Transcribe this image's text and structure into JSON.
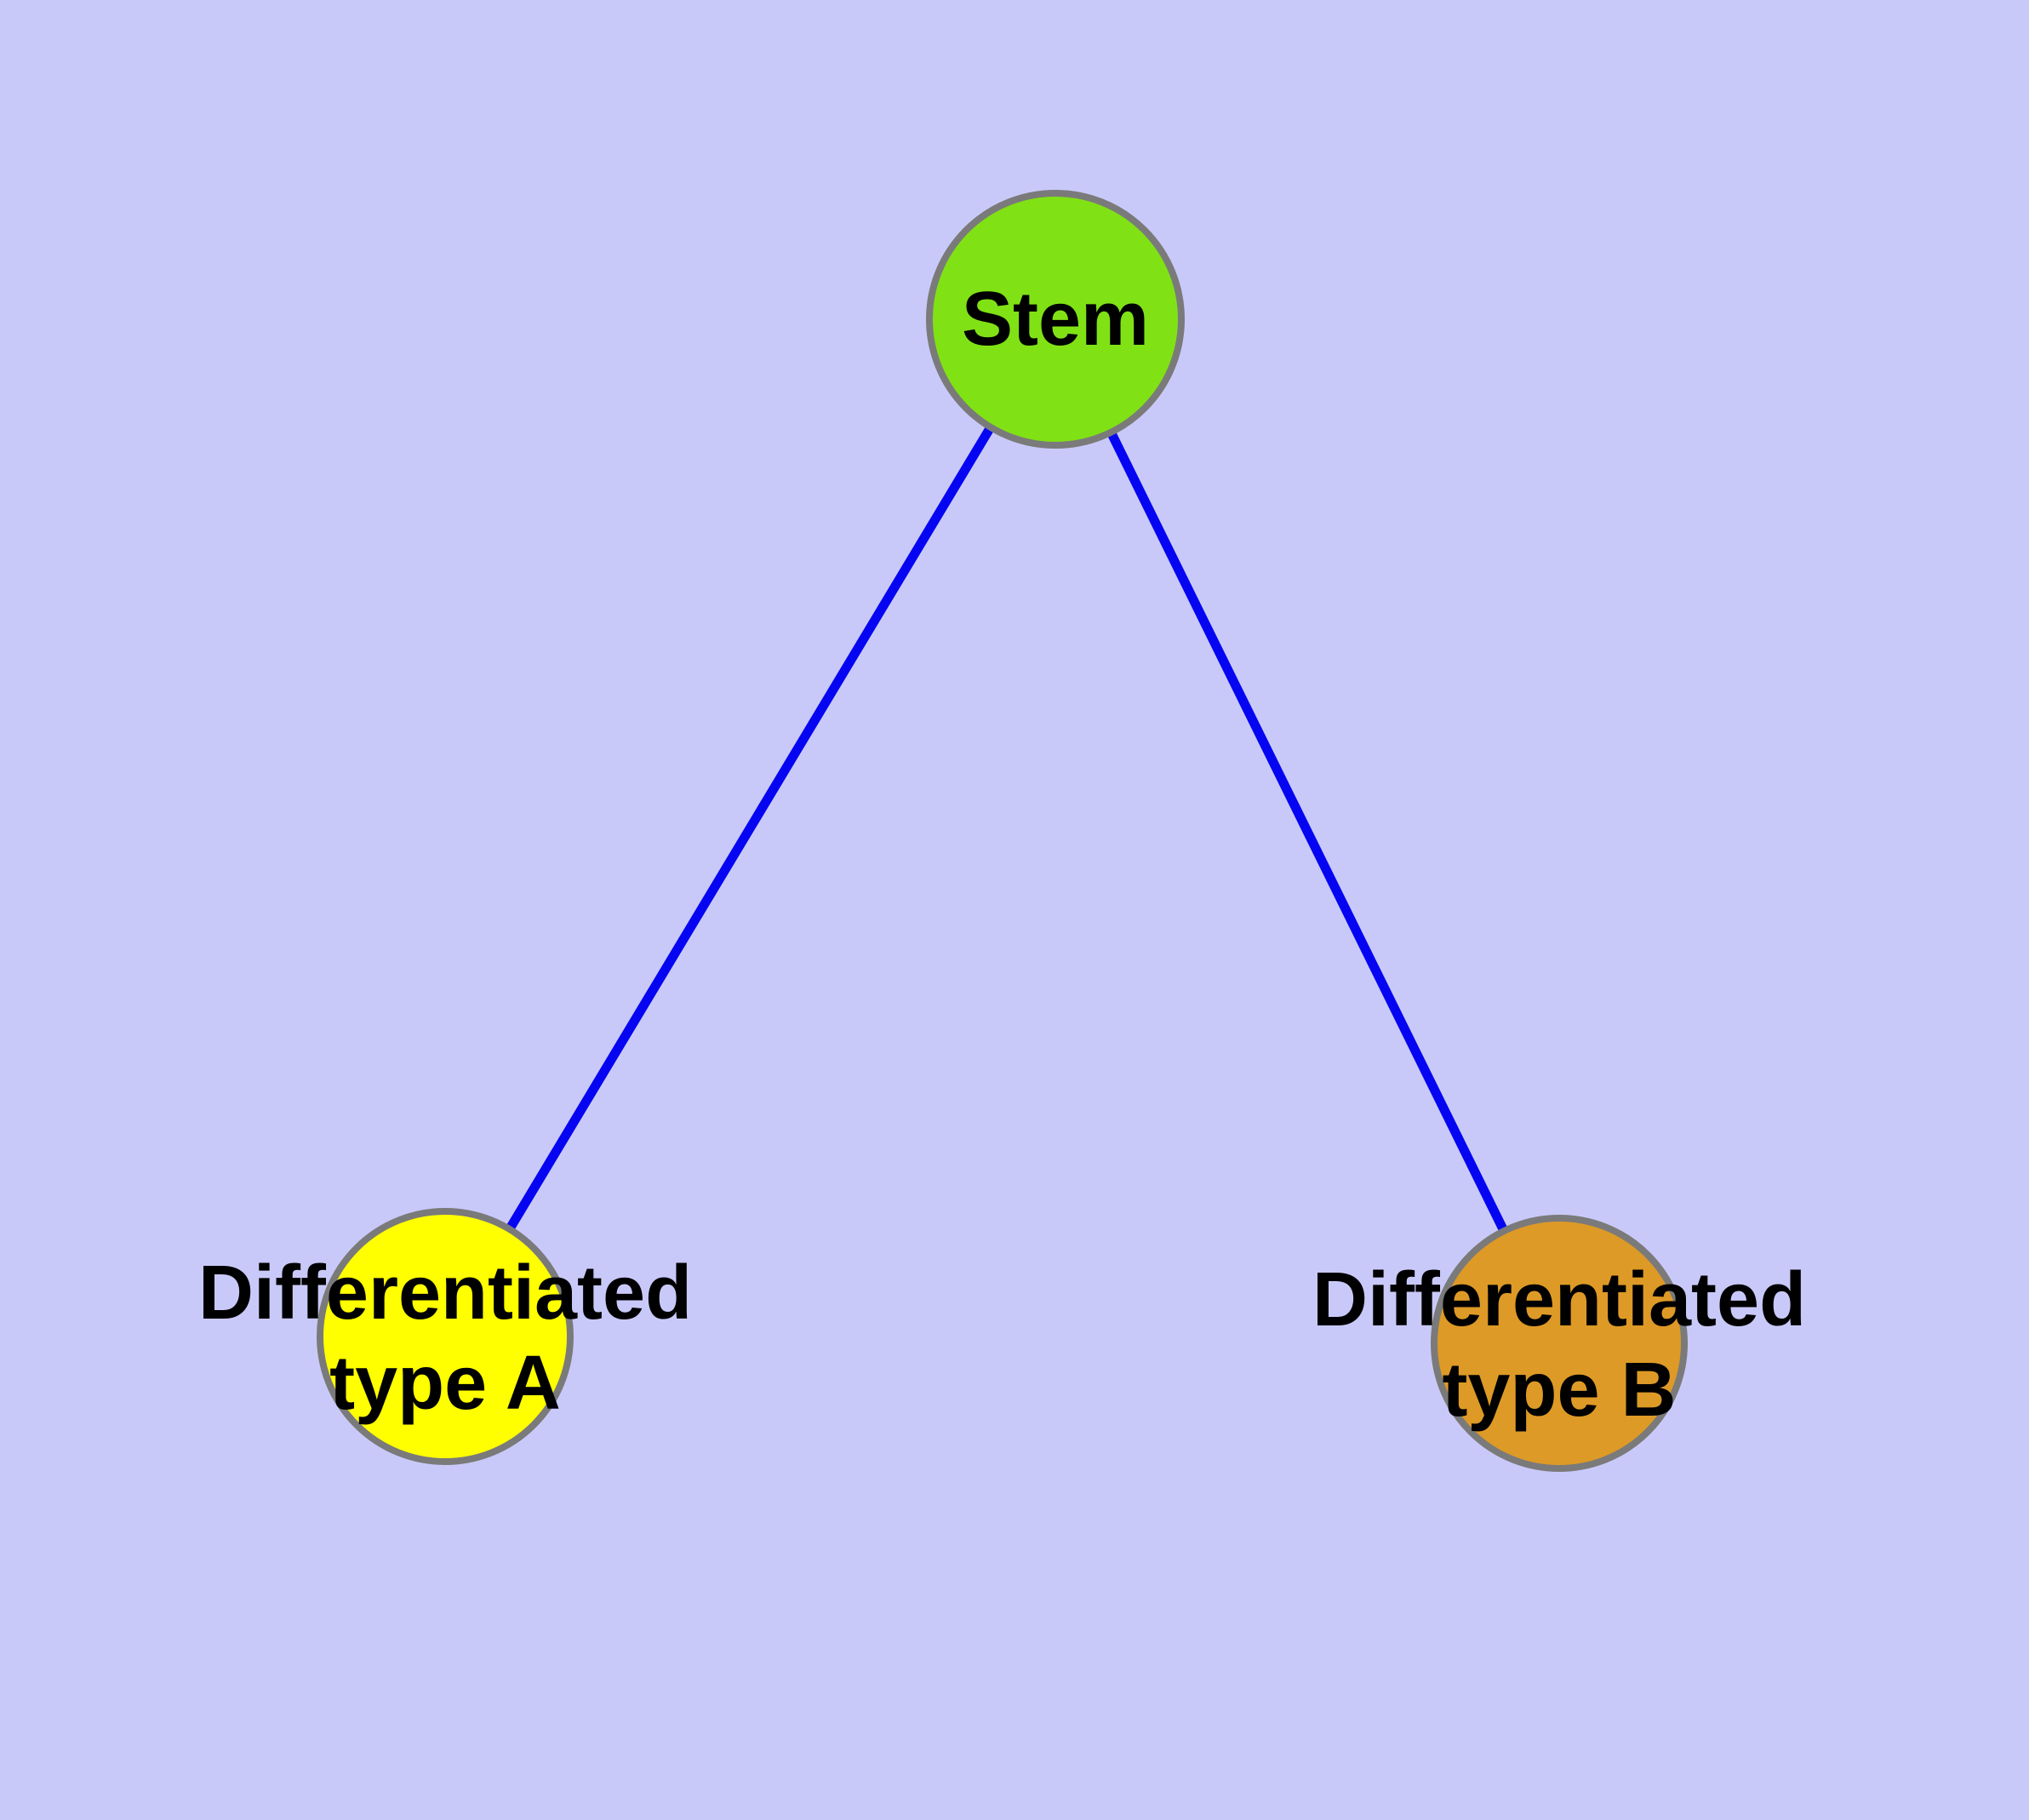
{
  "figure": {
    "type": "node-link-diagram",
    "background_color": "#C9C9F9",
    "edge_color": "#0505F2",
    "node_border_color": "#7A7A7A",
    "text_color": "#000000",
    "nodes": [
      {
        "id": "stem",
        "label": "Stem",
        "fill": "#80E214"
      },
      {
        "id": "differentiated-type-a",
        "label": "Differentiated\ntype A",
        "fill": "#FFFF00"
      },
      {
        "id": "differentiated-type-b",
        "label": "Differentiated\ntype B",
        "fill": "#DE9A26"
      }
    ],
    "edges": [
      {
        "from": "stem",
        "to": "differentiated-type-a"
      },
      {
        "from": "stem",
        "to": "differentiated-type-b"
      }
    ]
  }
}
